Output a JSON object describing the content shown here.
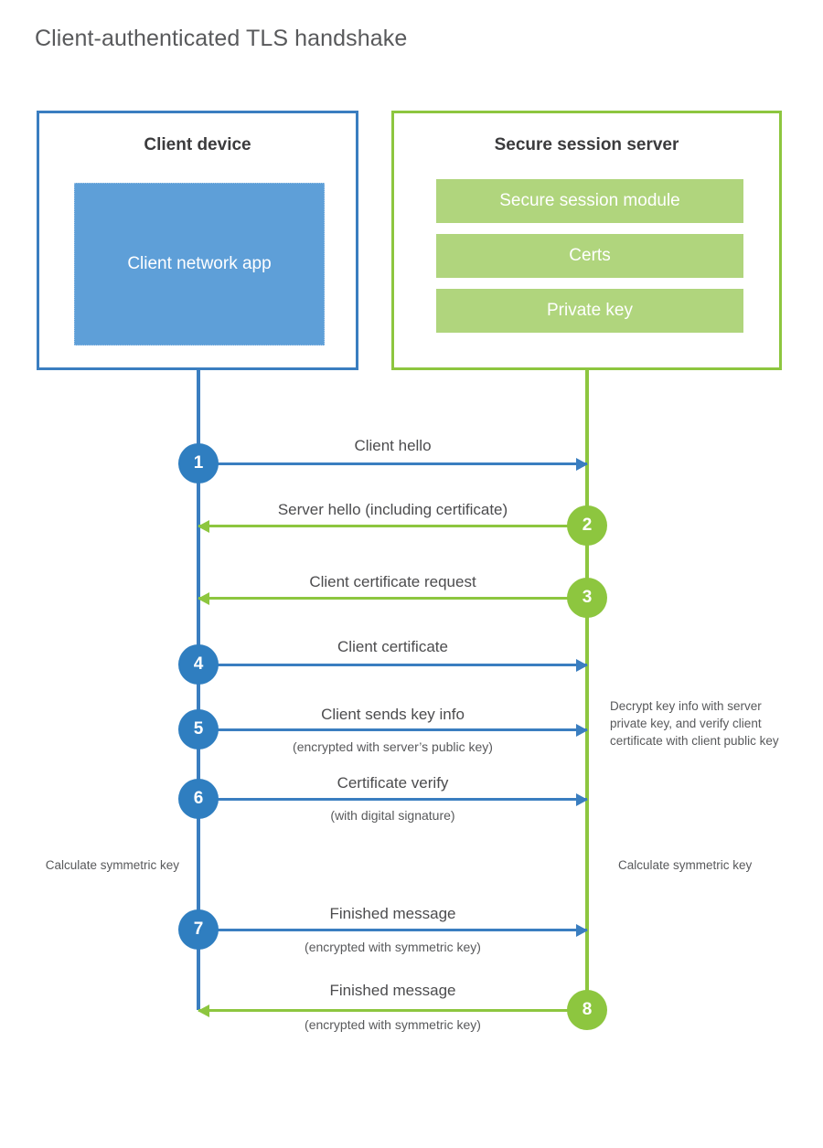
{
  "title": "Client-authenticated TLS handshake",
  "colors": {
    "client_blue": "#3a7ec0",
    "client_app_blue": "#5e9fd8",
    "server_green": "#8dc63f",
    "server_module_green": "#b0d57d",
    "circle_blue": "#2f7ec0",
    "text_gray": "#58595b"
  },
  "client": {
    "title": "Client device",
    "app_label": "Client network app"
  },
  "server": {
    "title": "Secure session server",
    "modules": [
      {
        "label": "Secure session module"
      },
      {
        "label": "Certs"
      },
      {
        "label": "Private key"
      }
    ]
  },
  "steps": [
    {
      "number": "1",
      "label": "Client hello",
      "sublabel": "",
      "direction": "client-to-server",
      "color": "blue"
    },
    {
      "number": "2",
      "label": "Server hello (including certificate)",
      "sublabel": "",
      "direction": "server-to-client",
      "color": "green"
    },
    {
      "number": "3",
      "label": "Client certificate request",
      "sublabel": "",
      "direction": "server-to-client",
      "color": "green"
    },
    {
      "number": "4",
      "label": "Client certificate",
      "sublabel": "",
      "direction": "client-to-server",
      "color": "blue"
    },
    {
      "number": "5",
      "label": "Client sends key info",
      "sublabel": "(encrypted with server’s public key)",
      "direction": "client-to-server",
      "color": "blue"
    },
    {
      "number": "6",
      "label": "Certificate verify",
      "sublabel": "(with digital signature)",
      "direction": "client-to-server",
      "color": "blue"
    },
    {
      "number": "7",
      "label": "Finished message",
      "sublabel": "(encrypted with symmetric key)",
      "direction": "client-to-server",
      "color": "blue"
    },
    {
      "number": "8",
      "label": "Finished message",
      "sublabel": "(encrypted with symmetric key)",
      "direction": "server-to-client",
      "color": "green"
    }
  ],
  "notes": {
    "server_decrypt": "Decrypt key info with server private key, and verify client certificate with client public key",
    "client_calculate": "Calculate symmetric key",
    "server_calculate": "Calculate symmetric key"
  }
}
